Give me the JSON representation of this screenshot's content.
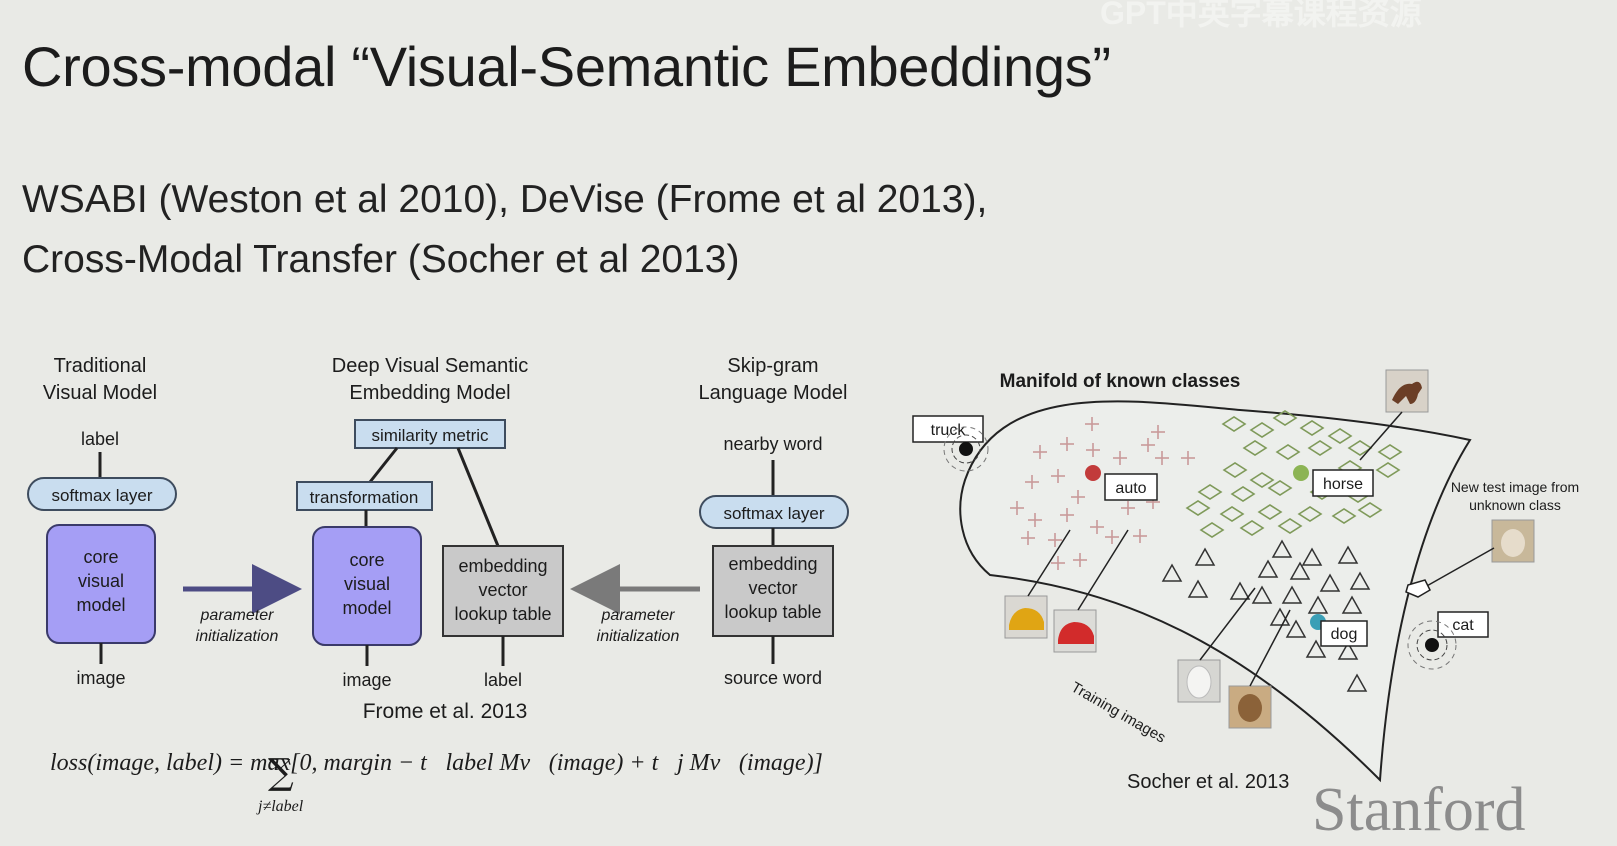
{
  "slide": {
    "title": "Cross-modal “Visual-Semantic Embeddings”",
    "subtitle_line1": "WSABI (Weston et al 2010), DeVise (Frome et al 2013),",
    "subtitle_line2": "Cross-Modal Transfer (Socher et al 2013)",
    "watermark": "GPT中英字幕课程资源",
    "logo_text": "Stanford"
  },
  "left_diagram": {
    "col1": {
      "title1": "Traditional",
      "title2": "Visual Model",
      "top": "label",
      "softmax": "softmax layer",
      "core1": "core",
      "core2": "visual",
      "core3": "model",
      "bottom": "image"
    },
    "col2": {
      "title1": "Deep Visual Semantic",
      "title2": "Embedding Model",
      "similarity": "similarity metric",
      "transformation": "transformation",
      "core1": "core",
      "core2": "visual",
      "core3": "model",
      "emb1": "embedding",
      "emb2": "vector",
      "emb3": "lookup table",
      "bottom_left": "image",
      "bottom_right": "label"
    },
    "col3": {
      "title1": "Skip-gram",
      "title2": "Language Model",
      "top": "nearby word",
      "softmax": "softmax layer",
      "emb1": "embedding",
      "emb2": "vector",
      "emb3": "lookup table",
      "bottom": "source word"
    },
    "arrow1_1": "parameter",
    "arrow1_2": "initialization",
    "arrow2_1": "parameter",
    "arrow2_2": "initialization",
    "citation": "Frome et al. 2013",
    "loss_text": "loss(image, label) =       max[0, margin − t⃗label Mv⃗(image) + t⃗j Mv⃗(image)]",
    "loss_sub": "j≠label",
    "loss_sum": "∑"
  },
  "right_diagram": {
    "title": "Manifold of known classes",
    "labels": {
      "truck": "truck",
      "auto": "auto",
      "horse": "horse",
      "dog": "dog",
      "cat": "cat"
    },
    "new_test1": "New test image from",
    "new_test2": "unknown class",
    "training": "Training images",
    "citation": "Socher et al. 2013"
  },
  "colors": {
    "core_box": "#a59ef5",
    "softmax_box": "#c9ddef",
    "gray_box": "#c9c9c9",
    "arrow_blue": "#4d4c84",
    "arrow_gray": "#7a7a7a",
    "red_dot": "#c23b3b",
    "green_dot": "#8cb454",
    "teal_dot": "#3a9fb6"
  }
}
